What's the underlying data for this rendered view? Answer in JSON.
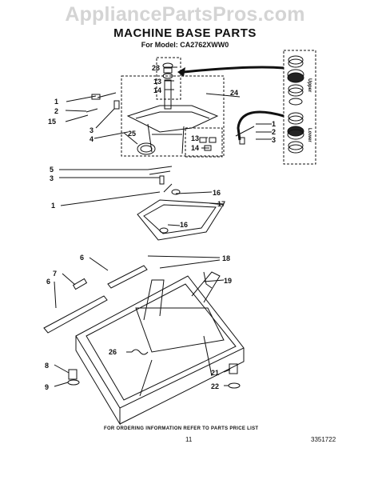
{
  "watermark": "AppliancePartsPros.com",
  "title": "MACHINE BASE PARTS",
  "model_line": "For Model: CA2762XWW0",
  "side_labels": {
    "upper": "Upper",
    "lower": "Lower"
  },
  "callouts": {
    "c23": "23",
    "c13a": "13",
    "c14a": "14",
    "c24": "24",
    "c1a": "1",
    "c2a": "2",
    "c15": "15",
    "c3a": "3",
    "c4": "4",
    "c25": "25",
    "c13b": "13",
    "c14b": "14",
    "c1b": "1",
    "c2b": "2",
    "c3b": "3",
    "c5": "5",
    "c3c": "3",
    "c1c": "1",
    "c16a": "16",
    "c17": "17",
    "c16b": "16",
    "c18": "18",
    "c19": "19",
    "c6a": "6",
    "c7": "7",
    "c6b": "6",
    "c26": "26",
    "c8": "8",
    "c9": "9",
    "c21": "21",
    "c22": "22"
  },
  "footer": {
    "order_info": "FOR ORDERING INFORMATION REFER TO PARTS PRICE LIST",
    "page_number": "11",
    "part_number": "3351722"
  }
}
